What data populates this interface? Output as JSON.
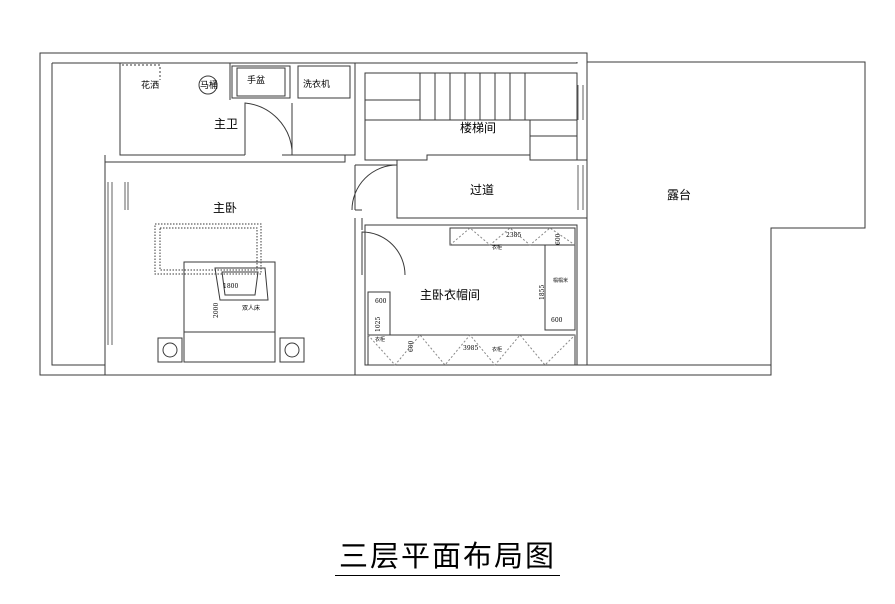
{
  "title": "三层平面布局图",
  "rooms": {
    "master_bath": "主卫",
    "master_bedroom": "主卧",
    "stairwell": "楼梯间",
    "corridor": "过道",
    "terrace": "露台",
    "walk_in_closet": "主卧衣帽间"
  },
  "fixtures": {
    "shower": "花洒",
    "toilet": "马桶",
    "basin": "手盆",
    "washer": "洗衣机",
    "bed": "双人床",
    "wardrobe_top": "衣柜",
    "wardrobe_left": "衣柜",
    "wardrobe_bottom": "衣柜",
    "wardrobe_right": "榻榻米"
  },
  "dimensions": {
    "bed_width": "1800",
    "bed_length": "2000",
    "closet_top_len": "2385",
    "closet_top_depth": "600",
    "closet_right_len": "1855",
    "closet_right_depth": "600",
    "closet_left_depth": "600",
    "closet_left_len": "1025",
    "closet_bottom_depth": "600",
    "closet_bottom_len": "3985"
  }
}
